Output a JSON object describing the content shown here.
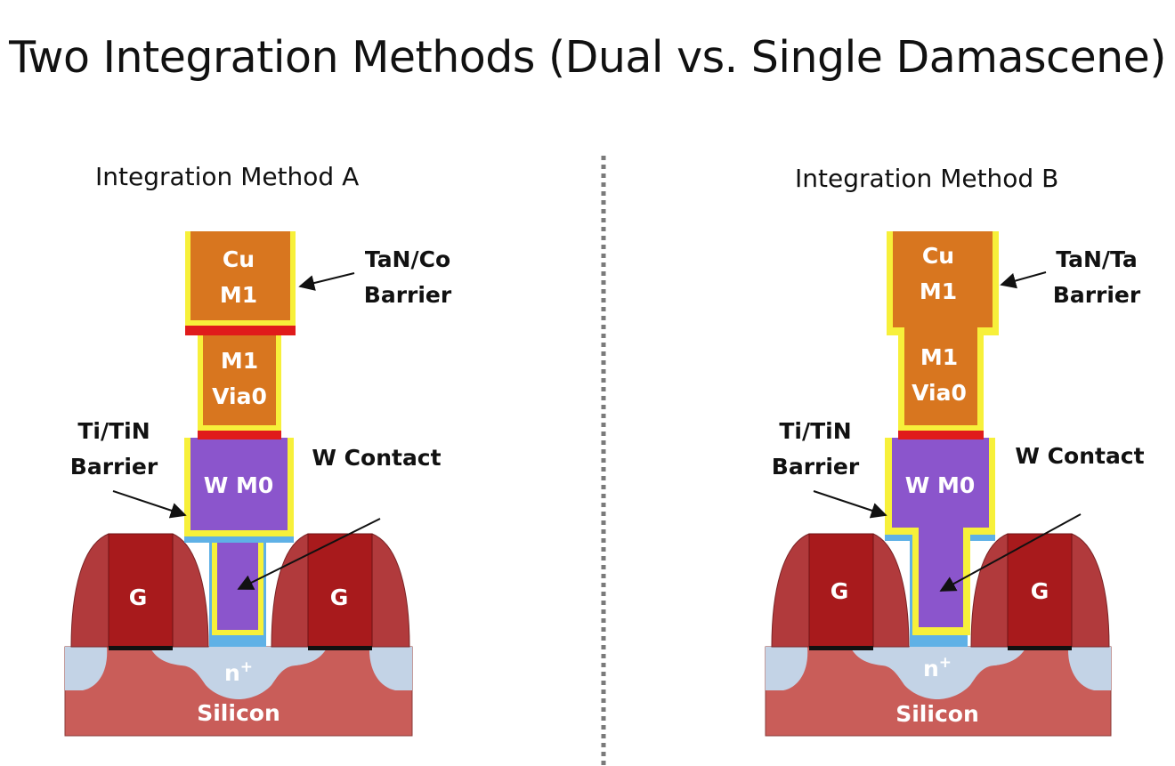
{
  "title": "Two Integration Methods (Dual vs. Single Damascene)",
  "colors": {
    "copper": "#d8761f",
    "barrier_liner": "#f7f03a",
    "cap_red": "#e01b1b",
    "tungsten": "#8b55cc",
    "blue_liner": "#5fb1e6",
    "gate": "#a81a1c",
    "spacer": "#b13a3c",
    "silicon": "#c95d59",
    "n_plus": "#c3d3e6"
  },
  "panel_a": {
    "title": "Integration Method A",
    "m1_line": "Cu",
    "m1_line_2": "M1",
    "via_line": "M1",
    "via_line_2": "Via0",
    "w_m0": "W M0",
    "gate_left": "G",
    "gate_right": "G",
    "n_plus": "n",
    "n_plus_sup": "+",
    "silicon": "Silicon",
    "barrier_top_1": "TaN/Co",
    "barrier_top_2": "Barrier",
    "barrier_bottom_1": "Ti/TiN",
    "barrier_bottom_2": "Barrier",
    "contact_label": "W Contact"
  },
  "panel_b": {
    "title": "Integration Method B",
    "m1_line": "Cu",
    "m1_line_2": "M1",
    "via_line": "M1",
    "via_line_2": "Via0",
    "w_m0": "W M0",
    "gate_left": "G",
    "gate_right": "G",
    "n_plus": "n",
    "n_plus_sup": "+",
    "silicon": "Silicon",
    "barrier_top_1": "TaN/Ta",
    "barrier_top_2": "Barrier",
    "barrier_bottom_1": "Ti/TiN",
    "barrier_bottom_2": "Barrier",
    "contact_label": "W Contact"
  }
}
